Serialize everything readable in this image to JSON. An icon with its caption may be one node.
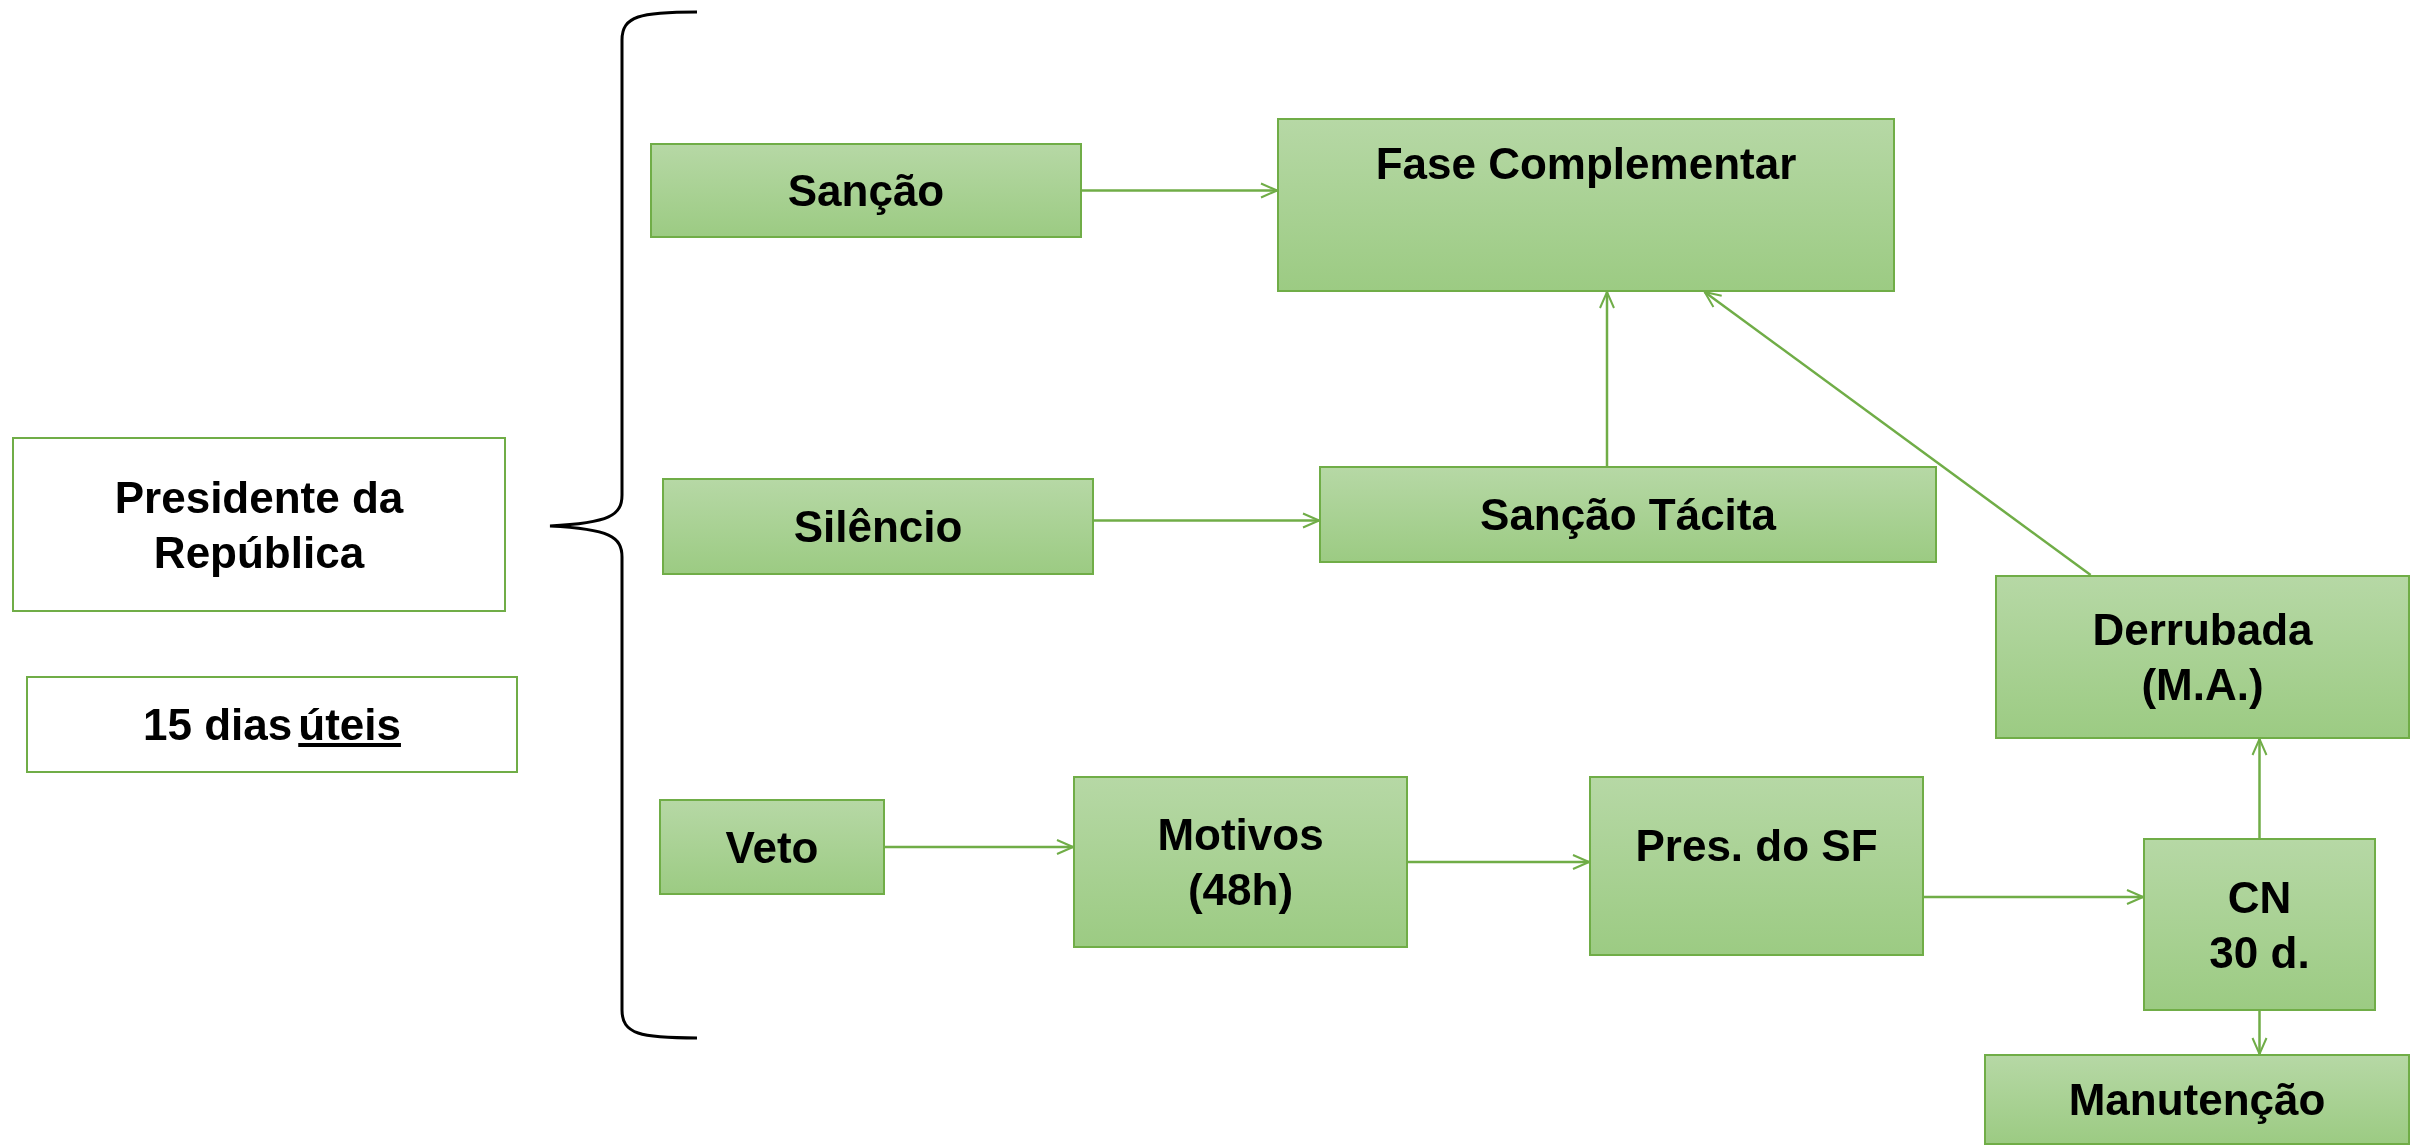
{
  "diagram": {
    "nodes": [
      {
        "text": [
          "Presidente da República"
        ]
      },
      {
        "text": [
          "15 dias",
          "úteis"
        ]
      },
      {
        "text": [
          "Sanção"
        ]
      },
      {
        "text": [
          "Fase Complementar"
        ]
      },
      {
        "text": [
          "Silêncio"
        ]
      },
      {
        "text": [
          "Sanção Tácita"
        ]
      },
      {
        "text": [
          "Derrubada (M.A.)"
        ]
      },
      {
        "text": [
          "Veto"
        ]
      },
      {
        "text": [
          "Motivos (48h)"
        ]
      },
      {
        "text": [
          "Pres. do SF"
        ]
      },
      {
        "text": [
          "CN 30 d."
        ]
      },
      {
        "text": [
          "Manutenção"
        ]
      }
    ],
    "edges": [
      {
        "from": 2,
        "to": 3,
        "arrow": "to"
      },
      {
        "from": 4,
        "to": 5,
        "arrow": "to"
      },
      {
        "from": 5,
        "to": 3,
        "arrow": "to"
      },
      {
        "from": 6,
        "to": 3,
        "arrow": "to"
      },
      {
        "from": 7,
        "to": 8,
        "arrow": "to"
      },
      {
        "from": 8,
        "to": 9,
        "arrow": "to"
      },
      {
        "from": 9,
        "to": 10,
        "arrow": "to"
      },
      {
        "from": 10,
        "to": 6,
        "arrow": "to"
      },
      {
        "from": 10,
        "to": 11,
        "arrow": "to"
      }
    ]
  }
}
